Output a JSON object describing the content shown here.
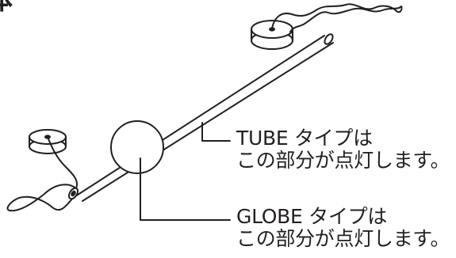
{
  "heading": {
    "text": "体"
  },
  "callouts": {
    "tube": {
      "line1": "TUBE タイプは",
      "line2": "この部分が点灯します。"
    },
    "globe": {
      "line1": "GLOBE タイプは",
      "line2": "この部分が点灯します。"
    }
  },
  "colors": {
    "ink": "#231f20",
    "background": "#ffffff"
  }
}
